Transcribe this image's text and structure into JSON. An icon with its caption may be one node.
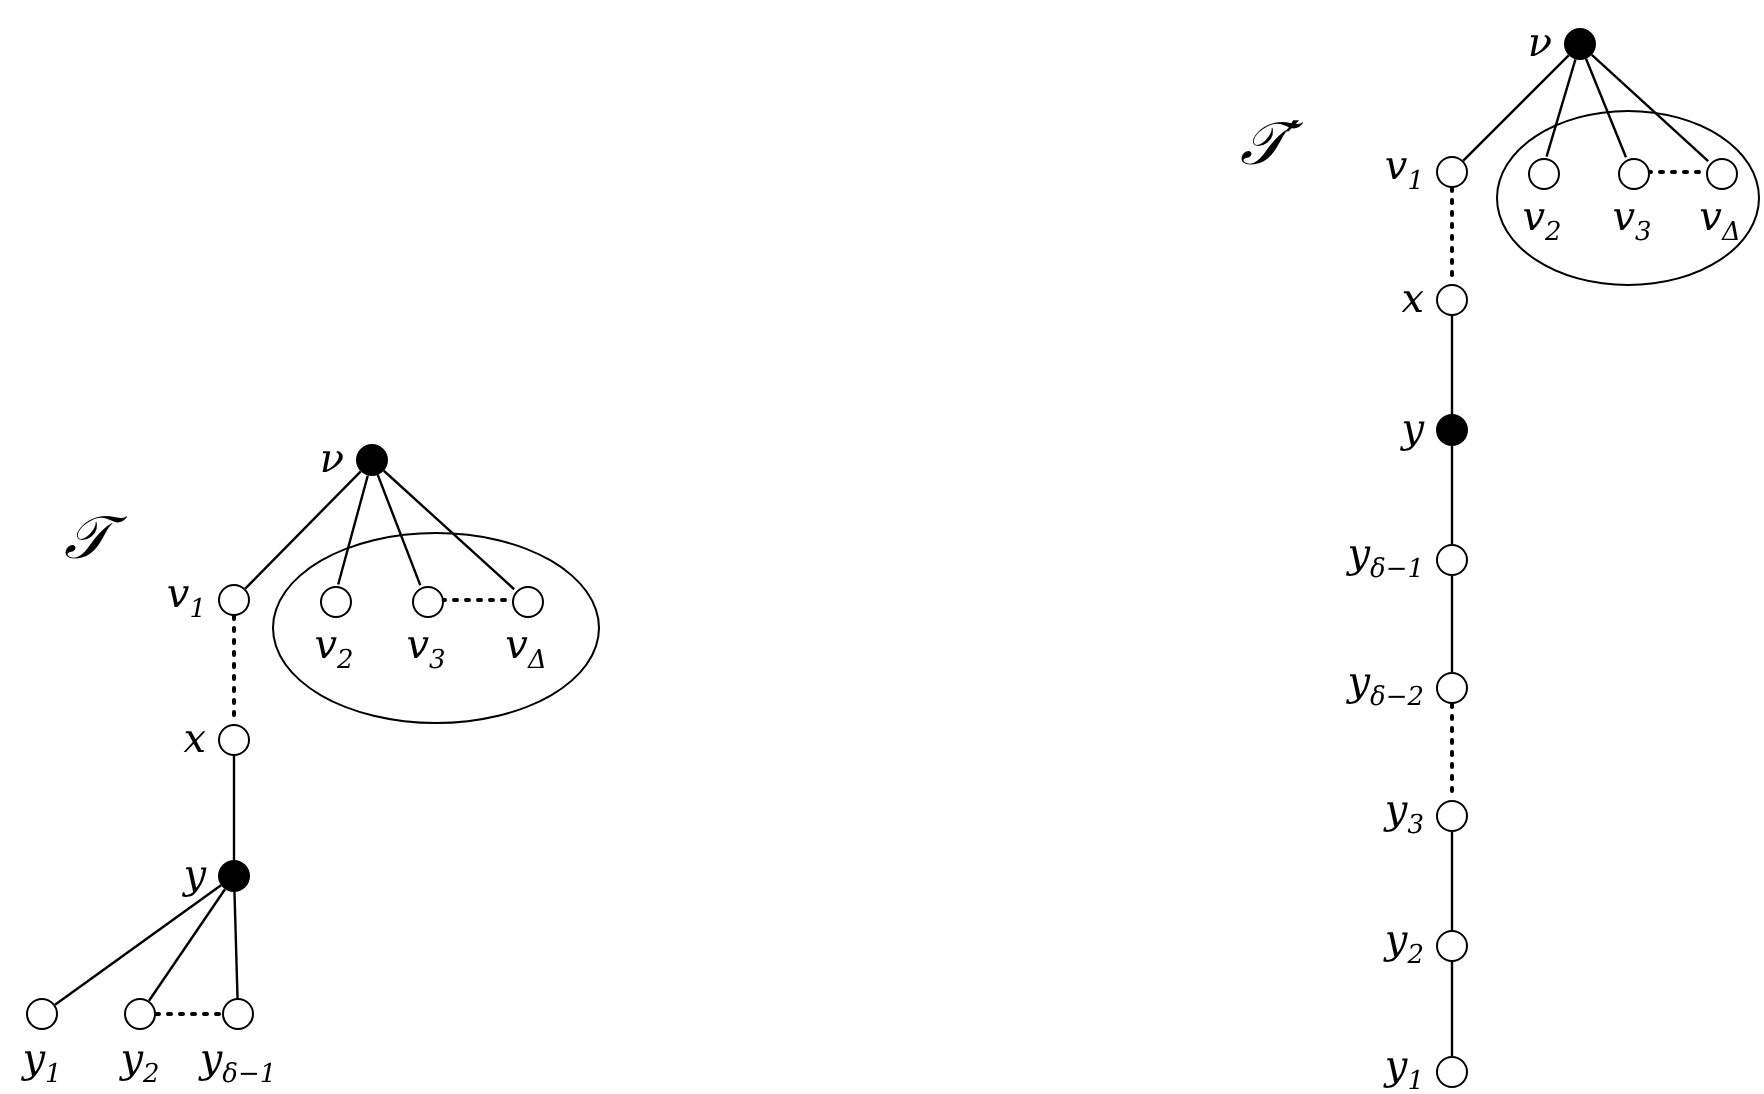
{
  "diagram": {
    "nodes": [
      {
        "text": [],
        "shape": "circle",
        "beside": [
          "ν"
        ]
      },
      {
        "text": [],
        "shape": "circle",
        "beside": [
          "v$_{1}$"
        ]
      },
      {
        "text": [],
        "shape": "ellipse"
      },
      {
        "text": [],
        "shape": "circle",
        "beside": [
          "v$_{2}$"
        ],
        "in": 2
      },
      {
        "text": [],
        "shape": "circle",
        "beside": [
          "v$_{3}$"
        ],
        "in": 2
      },
      {
        "text": [],
        "shape": "circle",
        "beside": [
          "v$_{Δ}$"
        ],
        "in": 2
      },
      {
        "text": [],
        "shape": "circle",
        "beside": [
          "x"
        ]
      },
      {
        "text": [],
        "shape": "circle",
        "beside": [
          "y"
        ]
      },
      {
        "text": [],
        "shape": "circle",
        "beside": [
          "y$_{1}$"
        ]
      },
      {
        "text": [],
        "shape": "circle",
        "beside": [
          "y$_{2}$"
        ]
      },
      {
        "text": [],
        "shape": "circle",
        "beside": [
          "y$_{δ−1}$"
        ]
      },
      {
        "text": [],
        "shape": "circle",
        "beside": [
          "ν"
        ]
      },
      {
        "text": [],
        "shape": "circle",
        "beside": [
          "v$_{1}$"
        ]
      },
      {
        "text": [],
        "shape": "ellipse"
      },
      {
        "text": [],
        "shape": "circle",
        "beside": [
          "v$_{2}$"
        ],
        "in": 13
      },
      {
        "text": [],
        "shape": "circle",
        "beside": [
          "v$_{3}$"
        ],
        "in": 13
      },
      {
        "text": [],
        "shape": "circle",
        "beside": [
          "v$_{Δ}$"
        ],
        "in": 13
      },
      {
        "text": [],
        "shape": "circle",
        "beside": [
          "x"
        ]
      },
      {
        "text": [],
        "shape": "circle",
        "beside": [
          "y"
        ]
      },
      {
        "text": [],
        "shape": "circle",
        "beside": [
          "y$_{δ−1}$"
        ]
      },
      {
        "text": [],
        "shape": "circle",
        "beside": [
          "y$_{δ−2}$"
        ]
      },
      {
        "text": [],
        "shape": "circle",
        "beside": [
          "y$_{3}$"
        ]
      },
      {
        "text": [],
        "shape": "circle",
        "beside": [
          "y$_{2}$"
        ]
      },
      {
        "text": [],
        "shape": "circle",
        "beside": [
          "y$_{1}$"
        ]
      }
    ],
    "edges": [
      {
        "from": 0,
        "to": 1,
        "arrow": "none"
      },
      {
        "from": 0,
        "to": 3,
        "arrow": "none"
      },
      {
        "from": 0,
        "to": 4,
        "arrow": "none"
      },
      {
        "from": 0,
        "to": 5,
        "arrow": "none"
      },
      {
        "from": 4,
        "to": 5,
        "arrow": "none",
        "style": "dashed"
      },
      {
        "from": 1,
        "to": 6,
        "arrow": "none",
        "style": "dashed"
      },
      {
        "from": 6,
        "to": 7,
        "arrow": "none"
      },
      {
        "from": 7,
        "to": 8,
        "arrow": "none"
      },
      {
        "from": 7,
        "to": 9,
        "arrow": "none"
      },
      {
        "from": 7,
        "to": 10,
        "arrow": "none"
      },
      {
        "from": 9,
        "to": 10,
        "arrow": "none",
        "style": "dashed"
      },
      {
        "from": 11,
        "to": 12,
        "arrow": "none"
      },
      {
        "from": 11,
        "to": 14,
        "arrow": "none"
      },
      {
        "from": 11,
        "to": 15,
        "arrow": "none"
      },
      {
        "from": 11,
        "to": 16,
        "arrow": "none"
      },
      {
        "from": 15,
        "to": 16,
        "arrow": "none",
        "style": "dashed"
      },
      {
        "from": 12,
        "to": 17,
        "arrow": "none",
        "style": "dashed"
      },
      {
        "from": 17,
        "to": 18,
        "arrow": "none"
      },
      {
        "from": 18,
        "to": 19,
        "arrow": "none"
      },
      {
        "from": 19,
        "to": 20,
        "arrow": "none"
      },
      {
        "from": 20,
        "to": 21,
        "arrow": "none",
        "style": "dashed"
      },
      {
        "from": 21,
        "to": 22,
        "arrow": "none"
      },
      {
        "from": 22,
        "to": 23,
        "arrow": "none"
      }
    ],
    "labels": [
      "𝒯′",
      "𝒯"
    ]
  }
}
